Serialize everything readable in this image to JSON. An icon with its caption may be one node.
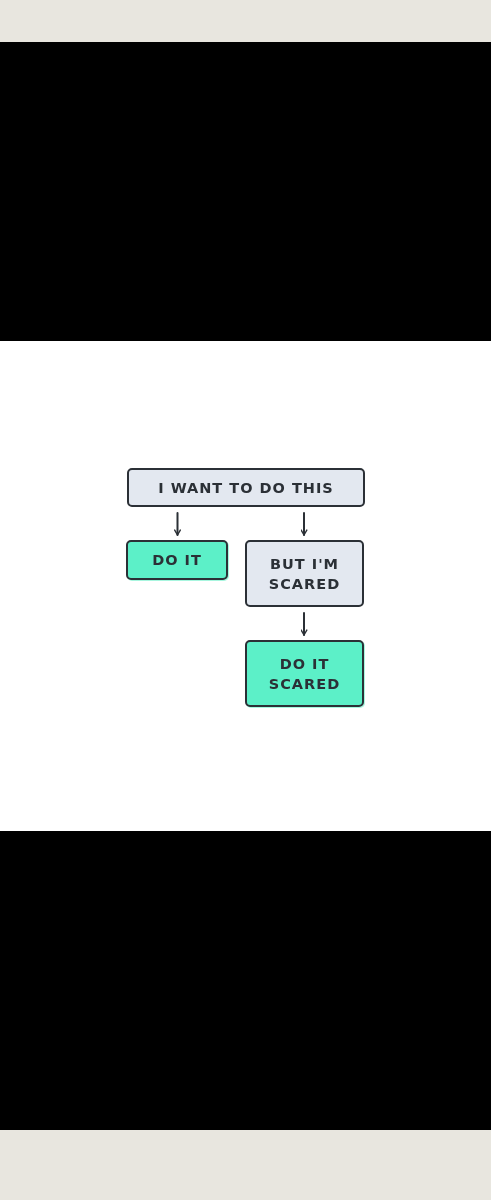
{
  "diagram": {
    "nodes": [
      {
        "text": [
          "I WANT TO DO THIS"
        ]
      },
      {
        "text": [
          "DO IT"
        ]
      },
      {
        "text": [
          "BUT I'M SCARED"
        ]
      },
      {
        "text": [
          "DO IT SCARED"
        ]
      }
    ],
    "edges": [
      {
        "from": 0,
        "to": 1,
        "arrow": "to"
      },
      {
        "from": 0,
        "to": 2,
        "arrow": "to"
      },
      {
        "from": 2,
        "to": 3,
        "arrow": "to"
      }
    ]
  }
}
